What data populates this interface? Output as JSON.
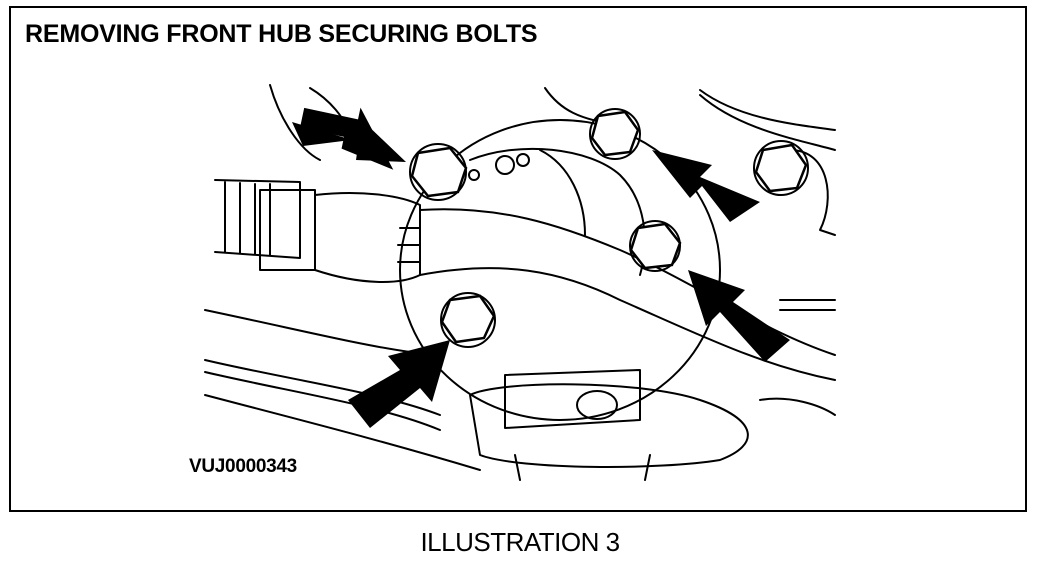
{
  "figure": {
    "title": "REMOVING FRONT HUB SECURING BOLTS",
    "reference_code": "VUJ0000343",
    "caption": "ILLUSTRATION 3",
    "arrow_count": 5,
    "colors": {
      "line": "#000000",
      "background": "#ffffff"
    }
  }
}
